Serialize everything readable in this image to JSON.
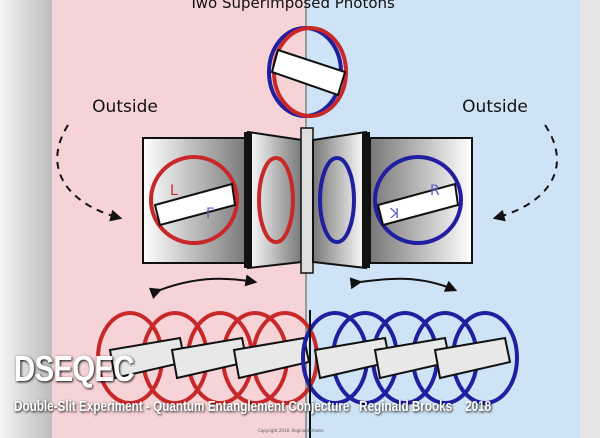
{
  "diagram": {
    "title": "Two Superimposed Photons",
    "left_label": "Outside",
    "right_label": "Outside",
    "glyphs": {
      "left": "L",
      "left_flipped": "Γ",
      "right": "R",
      "right_flipped": "ꓘ"
    },
    "copyright": "Copyright 2018, Reginald Brooks"
  },
  "overlay": {
    "title": "DSEQEC",
    "subtitle": "Double-Slit Experiment - Quantum Entanglement Conjecture   Reginald Brooks    2018"
  },
  "colors": {
    "pink": "#f6d3d6",
    "blue": "#cfe3f6",
    "red": "#c8282a",
    "navy": "#1f1fa0"
  }
}
